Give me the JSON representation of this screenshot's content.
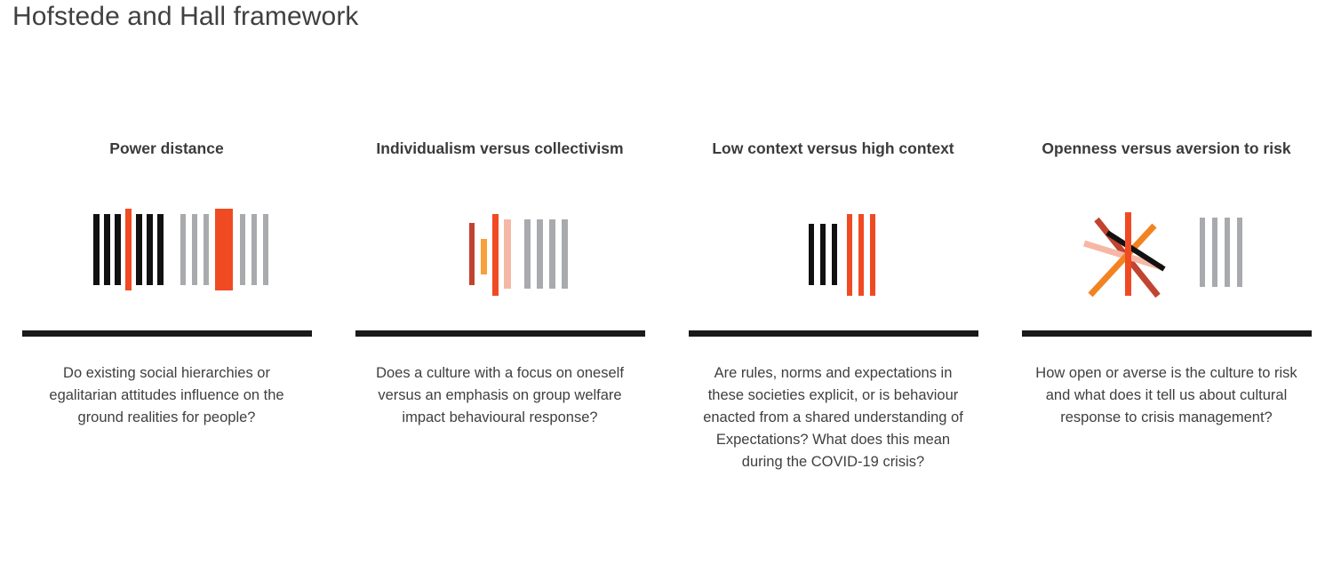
{
  "page": {
    "title": "Hofstede and Hall framework",
    "background": "#ffffff",
    "title_color": "#404040",
    "divider_color": "#1a1a1a"
  },
  "palette": {
    "orange": "#F04A23",
    "dark_red": "#C0442F",
    "amber": "#F7A03C",
    "salmon": "#F6B8A6",
    "grey": "#A8AAAD",
    "black": "#111111"
  },
  "columns": [
    {
      "id": "power-distance",
      "heading": "Power distance",
      "icon_name": "bar-cluster-black-orange-grey-icon",
      "caption": "Do existing social hierarchies or egalitarian attitudes influence on the ground realities for people?"
    },
    {
      "id": "individualism-versus-collectivism",
      "heading": "Individualism versus collectivism",
      "icon_name": "bar-cluster-staggered-heights-icon",
      "caption": "Does a culture with a focus on oneself versus an emphasis on group welfare impact behavioural response?"
    },
    {
      "id": "low-context-versus-high-context",
      "heading": "Low context versus high context",
      "icon_name": "bar-cluster-black-orange-pairs-icon",
      "caption": "Are rules, norms and expectations in these societies explicit, or is behaviour enacted from a shared understanding of Expectations? What does this mean during the COVID-19 crisis?"
    },
    {
      "id": "openness-versus-aversion-to-risk",
      "heading": "Openness versus aversion to risk",
      "icon_name": "crossed-lines-and-grey-bars-icon",
      "caption": "How open or averse is the culture to risk and what does it tell us about cultural response to crisis management?"
    }
  ]
}
